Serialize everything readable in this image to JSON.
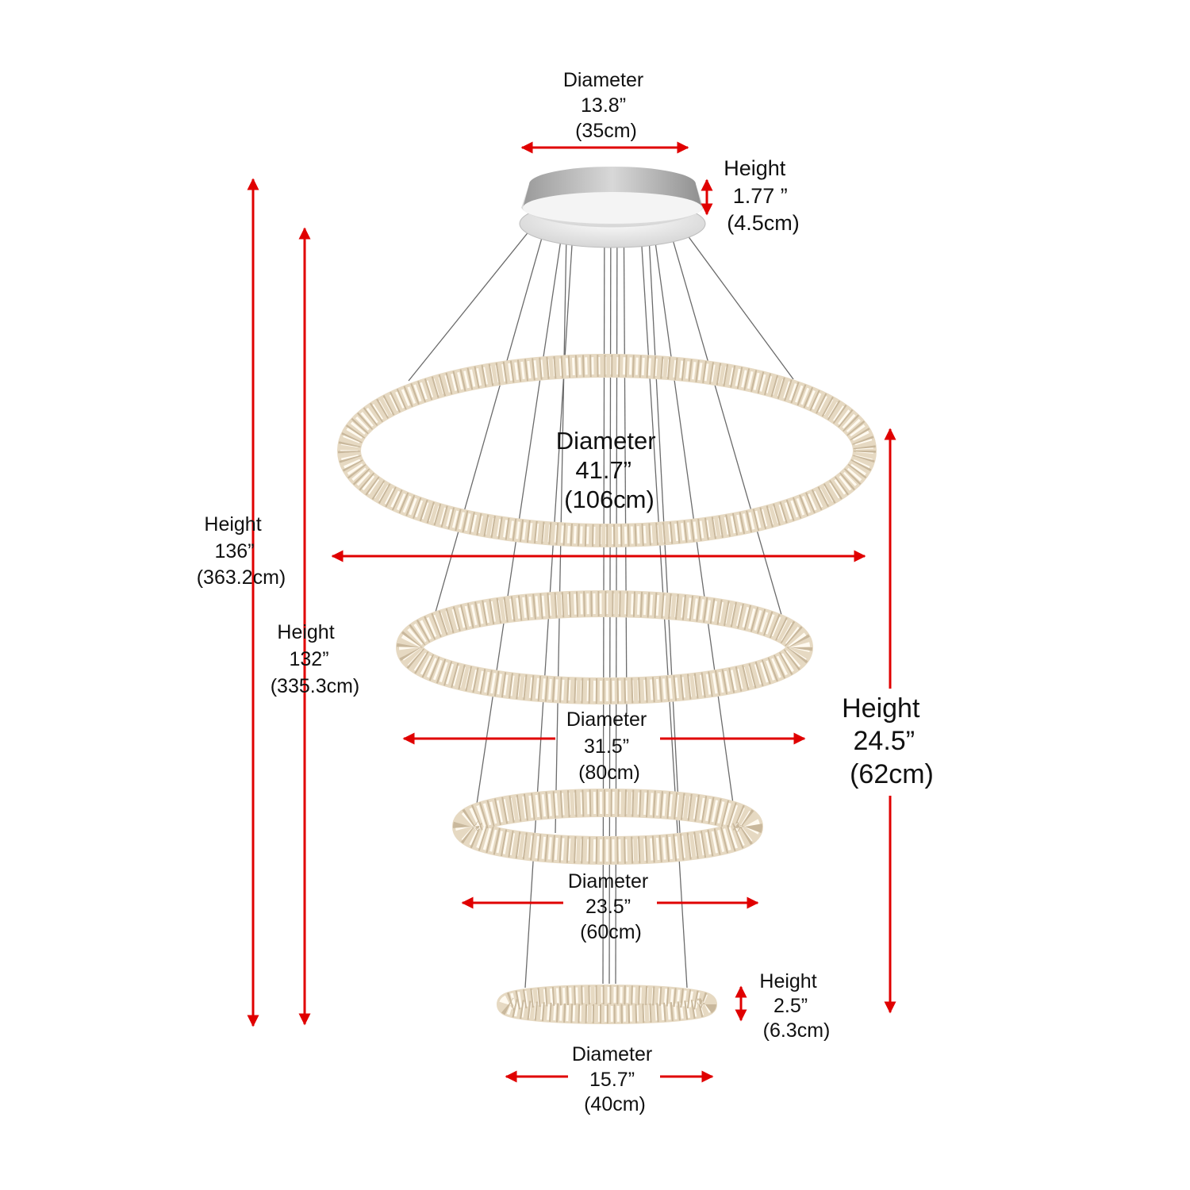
{
  "colors": {
    "dimension_arrow": "#e00000",
    "crystal": "#e6d9c2",
    "chrome": "#b9b9b9"
  },
  "canopy": {
    "diameter": {
      "label": "Diameter",
      "inch": "13.8”",
      "cm": "(35cm)"
    },
    "height": {
      "label": "Height",
      "inch": "1.77 ”",
      "cm": "(4.5cm)"
    }
  },
  "overall_height": {
    "label": "Height",
    "inch": "136”",
    "cm": "(363.2cm)"
  },
  "max_height": {
    "label": "Height",
    "inch": "132”",
    "cm": "(335.3cm)"
  },
  "rings_height": {
    "label": "Height",
    "inch": "24.5”",
    "cm": "(62cm)"
  },
  "ring1": {
    "label": "Diameter",
    "inch": "41.7”",
    "cm": "(106cm)"
  },
  "ring2": {
    "label": "Diameter",
    "inch": "31.5”",
    "cm": "(80cm)"
  },
  "ring3": {
    "label": "Diameter",
    "inch": "23.5”",
    "cm": "(60cm)"
  },
  "ring4": {
    "label": "Diameter",
    "inch": "15.7”",
    "cm": "(40cm)"
  },
  "ring_height": {
    "label": "Height",
    "inch": "2.5”",
    "cm": "(6.3cm)"
  }
}
